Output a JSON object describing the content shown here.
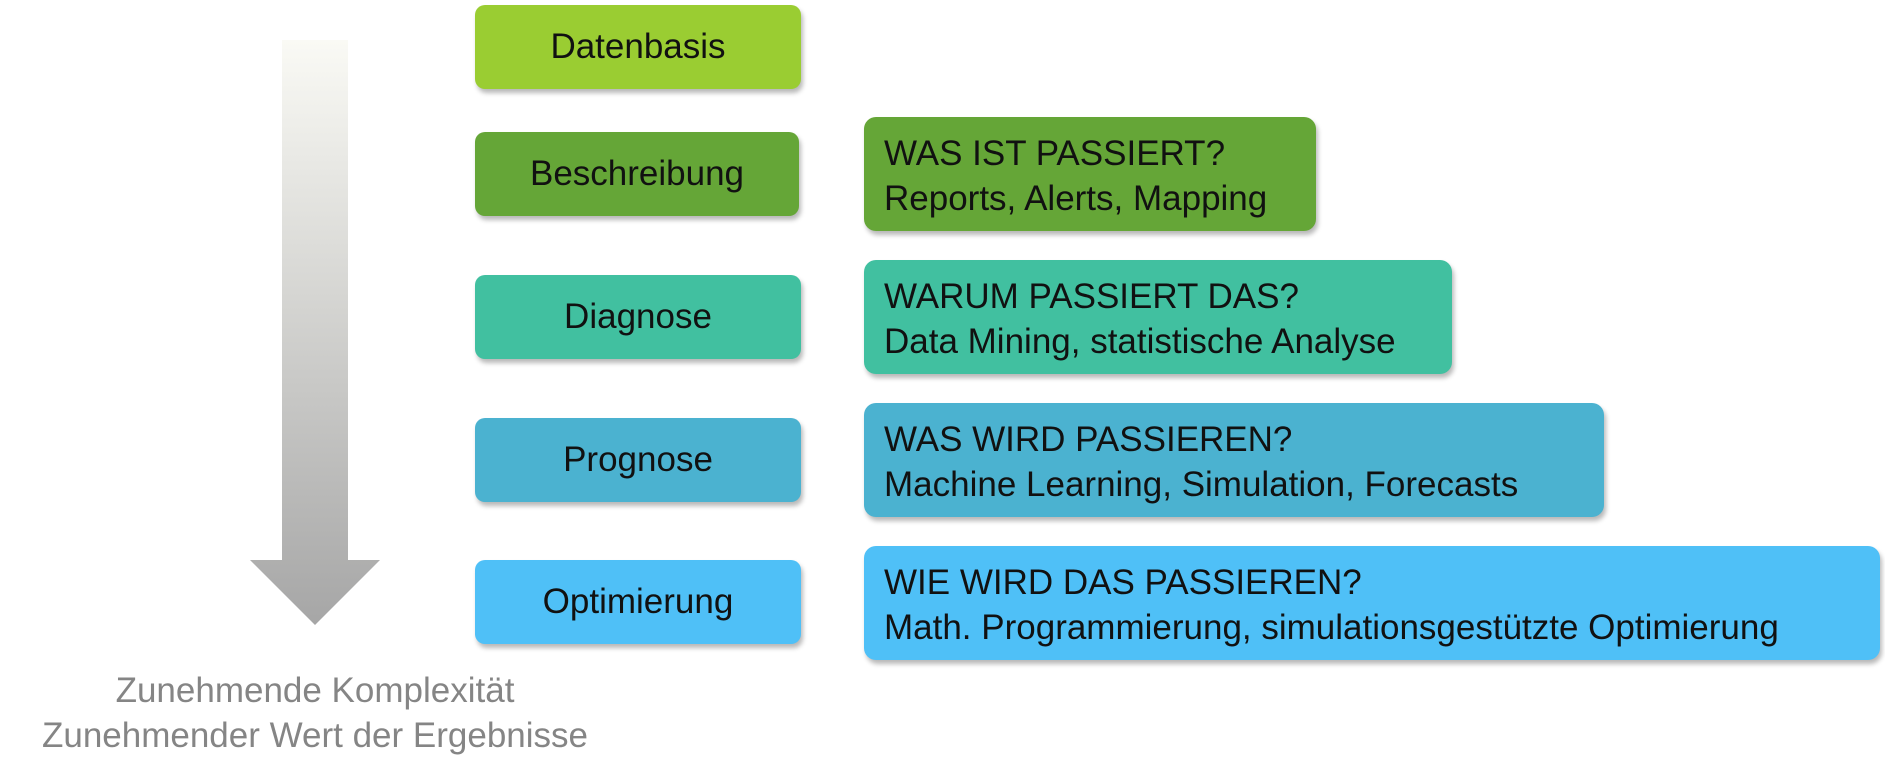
{
  "colors": {
    "datenbasis": "#9acd32",
    "beschreibung": "#65a637",
    "diagnose": "#41c0a0",
    "prognose": "#4bb2d0",
    "optimierung": "#4fc0f7",
    "caption_text": "#858585",
    "arrow_light": "#fafaf5",
    "arrow_dark": "#a6a6a6"
  },
  "stages": [
    {
      "label": "Datenbasis"
    },
    {
      "label": "Beschreibung"
    },
    {
      "label": "Diagnose"
    },
    {
      "label": "Prognose"
    },
    {
      "label": "Optimierung"
    }
  ],
  "descriptions": [
    {
      "question": "WAS IST PASSIERT?",
      "methods": "Reports, Alerts, Mapping"
    },
    {
      "question": "WARUM PASSIERT DAS?",
      "methods": "Data Mining, statistische Analyse"
    },
    {
      "question": "WAS WIRD PASSIEREN?",
      "methods": "Machine Learning, Simulation, Forecasts"
    },
    {
      "question": "WIE WIRD DAS PASSIEREN?",
      "methods": "Math. Programmierung, simulationsgestützte Optimierung"
    }
  ],
  "caption": {
    "line1": "Zunehmende Komplexität",
    "line2": "Zunehmender Wert der Ergebnisse"
  }
}
